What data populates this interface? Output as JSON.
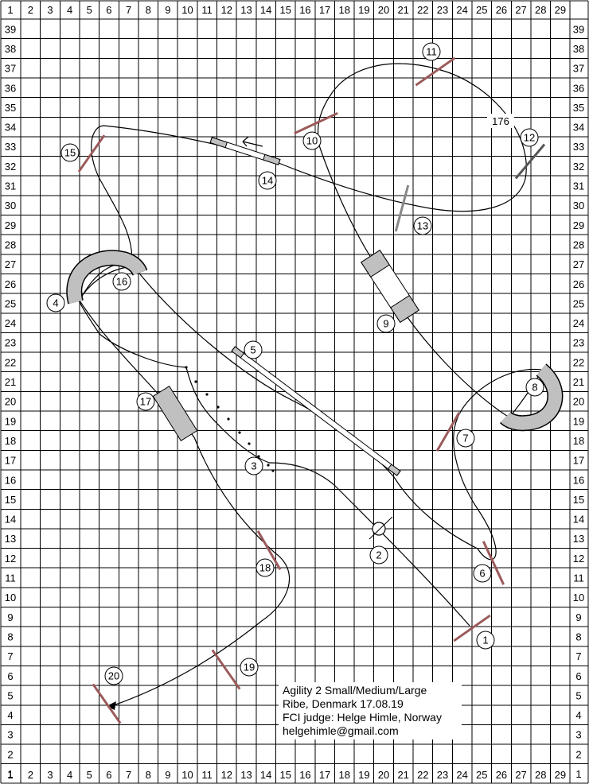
{
  "grid": {
    "columns": [
      "1",
      "2",
      "3",
      "4",
      "5",
      "6",
      "7",
      "8",
      "9",
      "10",
      "11",
      "12",
      "13",
      "14",
      "15",
      "16",
      "17",
      "18",
      "19",
      "20",
      "21",
      "22",
      "23",
      "24",
      "25",
      "26",
      "27",
      "28",
      "29"
    ],
    "rows": [
      "39",
      "38",
      "37",
      "36",
      "35",
      "34",
      "33",
      "32",
      "31",
      "30",
      "29",
      "28",
      "27",
      "26",
      "25",
      "24",
      "23",
      "22",
      "21",
      "20",
      "19",
      "18",
      "17",
      "16",
      "15",
      "14",
      "13",
      "12",
      "11",
      "10",
      "9",
      "8",
      "7",
      "6",
      "5",
      "4",
      "3",
      "2",
      "1"
    ]
  },
  "obstacles": [
    "1",
    "2",
    "3",
    "4",
    "5",
    "6",
    "7",
    "8",
    "9",
    "10",
    "11",
    "12",
    "13",
    "14",
    "15",
    "16",
    "17",
    "18",
    "19",
    "20"
  ],
  "path_length": "176",
  "info": {
    "line1": "Agility 2 Small/Medium/Large",
    "line2": "Ribe, Denmark 17.08.19",
    "line3": "FCI judge: Helge Himle, Norway",
    "line4": "helgehimle@gmail.com"
  },
  "colors": {
    "grid": "#000000",
    "jump_bar": "#9c5a5a",
    "equipment": "#c0c0c0"
  }
}
